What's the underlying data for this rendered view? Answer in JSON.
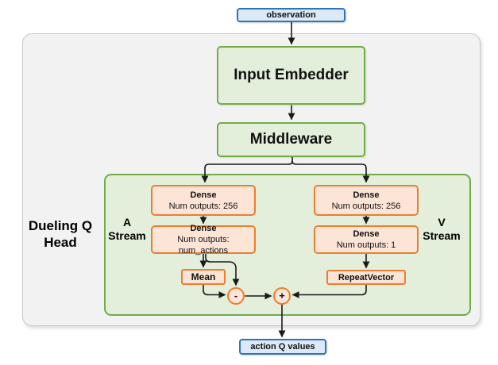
{
  "nodes": {
    "observation": {
      "label": "observation"
    },
    "input_embedder": {
      "label": "Input Embedder"
    },
    "middleware": {
      "label": "Middleware"
    },
    "dense_a1": {
      "title": "Dense",
      "subtitle": "Num outputs: 256"
    },
    "dense_a2": {
      "title": "Dense",
      "subtitle": "Num outputs: num_actions"
    },
    "dense_v1": {
      "title": "Dense",
      "subtitle": "Num outputs: 256"
    },
    "dense_v2": {
      "title": "Dense",
      "subtitle": "Num outputs: 1"
    },
    "mean": {
      "label": "Mean"
    },
    "repeat_vector": {
      "label": "RepeatVector"
    },
    "minus_op": {
      "label": "-"
    },
    "plus_op": {
      "label": "+"
    },
    "action_q_values": {
      "label": "action Q values"
    }
  },
  "labels": {
    "dueling_q_head": {
      "line1": "Dueling Q",
      "line2": "Head"
    },
    "a_stream": {
      "line1": "A",
      "line2": "Stream"
    },
    "v_stream": {
      "line1": "V",
      "line2": "Stream"
    }
  },
  "colors": {
    "io_fill": "#dbe9f8",
    "io_border": "#2e75b6",
    "green_fill": "#e4efdb",
    "green_border": "#70ad47",
    "orange_fill": "#fce4d6",
    "orange_border": "#ed7d31",
    "container_fill": "#f2f2f2",
    "container_border": "#c9c9c9",
    "arrow": "#1a1a1a"
  }
}
